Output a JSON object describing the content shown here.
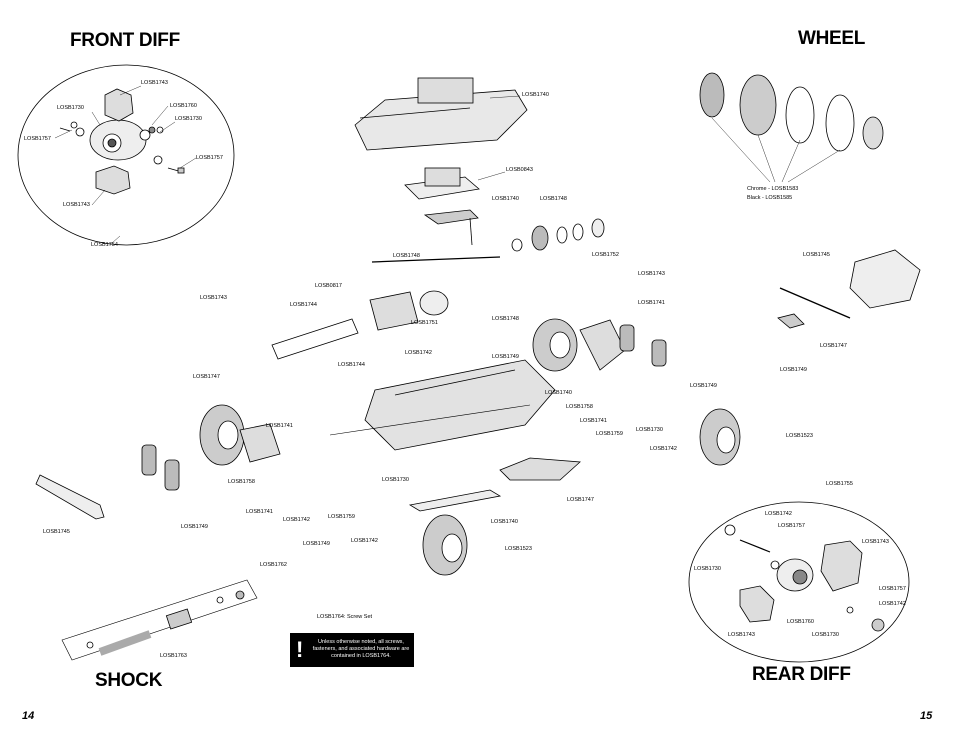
{
  "titles": {
    "front_diff": "FRONT DIFF",
    "wheel": "WHEEL",
    "shock": "SHOCK",
    "rear_diff": "REAR DIFF"
  },
  "page_numbers": {
    "left": "14",
    "right": "15"
  },
  "note": {
    "symbol": "!",
    "text": "Unless otherwise noted, all screws, fasteners, and associated hardware are contained in LOSB1764."
  },
  "screw_set_label": "LOSB1764: Screw Set",
  "wheel_color_note": {
    "line1": "Chrome - LOSB1583",
    "line2": "Black - LOSB1585"
  },
  "part_labels": [
    "LOSB1743",
    "LOSB1730",
    "LOSB1760",
    "LOSB1730",
    "LOSB1757",
    "LOSB1757",
    "LOSB1743",
    "LOSB1754",
    "LOSB1740",
    "LOSB0843",
    "LOSB1740",
    "LOSB1748",
    "LOSB1748",
    "LOSB1752",
    "LOSB1743",
    "LOSB0817",
    "LOSB1743",
    "LOSB1744",
    "LOSB1751",
    "LOSB1748",
    "LOSB1742",
    "LOSB1741",
    "LOSB1749",
    "LOSB1744",
    "LOSB1747",
    "LOSB1740",
    "LOSB1758",
    "LOSB1741",
    "LOSB1759",
    "LOSB1730",
    "LOSB1749",
    "LOSB1742",
    "LOSB1741",
    "LOSB1758",
    "LOSB1741",
    "LOSB1742",
    "LOSB1759",
    "LOSB1730",
    "LOSB1749",
    "LOSB1742",
    "LOSB1745",
    "LOSB1749",
    "LOSB1747",
    "LOSB1740",
    "LOSB1523",
    "LOSB1762",
    "LOSB1763",
    "LOSB1745",
    "LOSB1747",
    "LOSB1749",
    "LOSB1523",
    "LOSB1755",
    "LOSB1742",
    "LOSB1757",
    "LOSB1743",
    "LOSB1730",
    "LOSB1757",
    "LOSB1742",
    "LOSB1743",
    "LOSB1760",
    "LOSB1730"
  ]
}
